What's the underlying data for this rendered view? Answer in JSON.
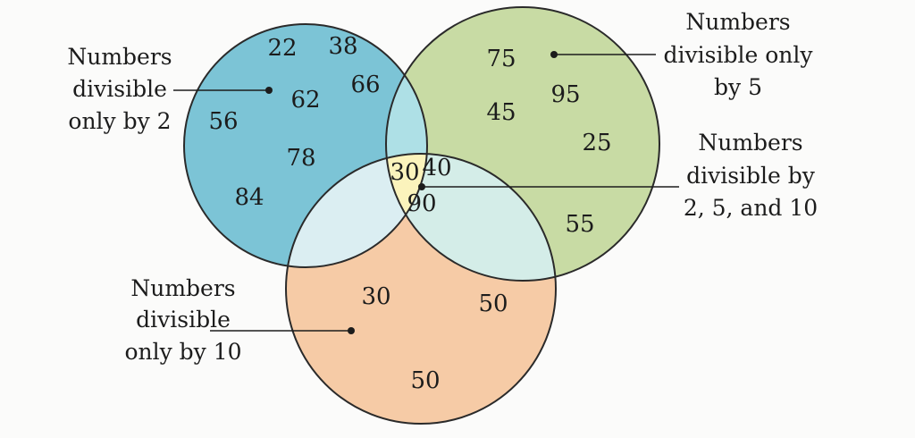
{
  "diagram": {
    "type": "venn-3",
    "colors": {
      "set_2": "#7cc4d6",
      "set_5": "#c8dba4",
      "set_10": "#f6cba6",
      "overlap_2_5": "#aee0e6",
      "overlap_2_10": "#dbeef2",
      "overlap_5_10": "#d4ede8",
      "overlap_all": "#fbf3bc",
      "outline": "#2a2a2a"
    },
    "labels": {
      "only2": [
        "Numbers",
        "divisible",
        "only by 2"
      ],
      "only5": [
        "Numbers",
        "divisible only",
        "by 5"
      ],
      "all": [
        "Numbers",
        "divisible by",
        "2, 5, and 10"
      ],
      "only10": [
        "Numbers",
        "divisible",
        "only by 10"
      ]
    },
    "regions": {
      "only2": [
        "22",
        "38",
        "62",
        "66",
        "56",
        "78",
        "84"
      ],
      "only5": [
        "75",
        "95",
        "45",
        "25",
        "55"
      ],
      "all": [
        "30",
        "40",
        "90"
      ],
      "only10": [
        "30",
        "50",
        "50"
      ]
    }
  }
}
